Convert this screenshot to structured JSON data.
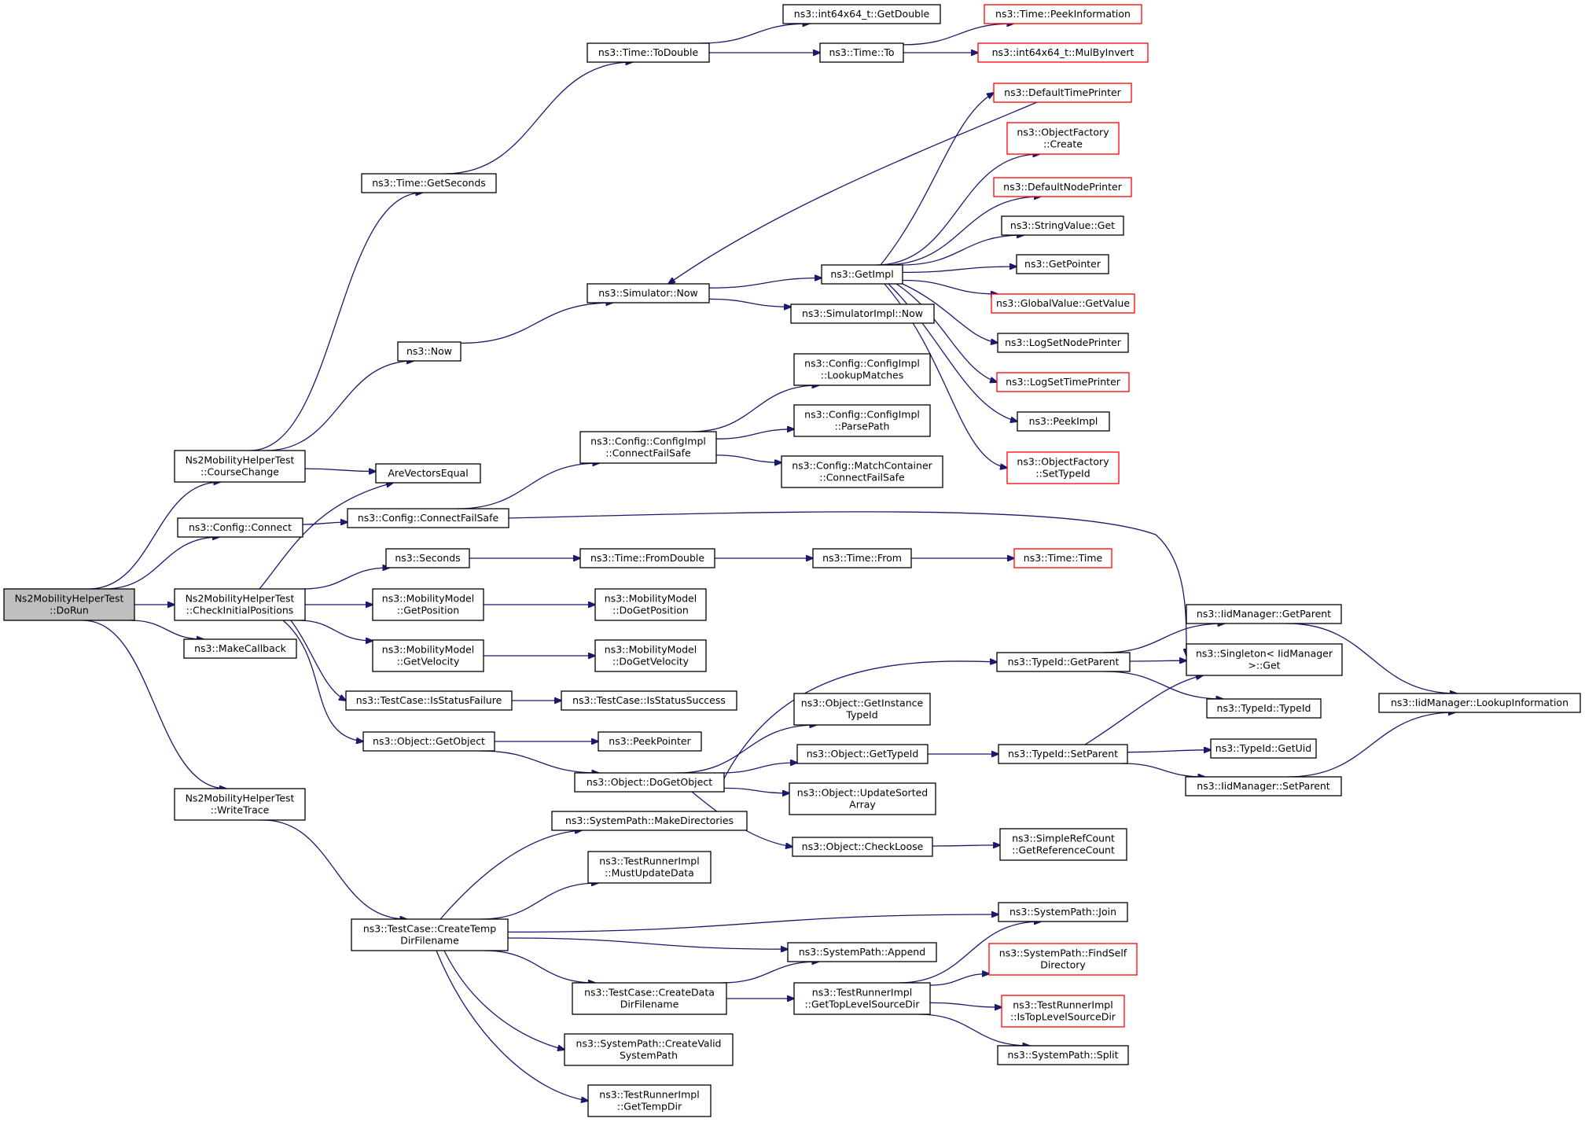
{
  "nodes": [
    {
      "id": "dorun",
      "lines": [
        "Ns2MobilityHelperTest",
        "::DoRun"
      ],
      "style": "root"
    },
    {
      "id": "coursechange",
      "lines": [
        "Ns2MobilityHelperTest",
        "::CourseChange"
      ],
      "style": "normal"
    },
    {
      "id": "cfgconnect",
      "lines": [
        "ns3::Config::Connect"
      ],
      "style": "normal"
    },
    {
      "id": "checkinit",
      "lines": [
        "Ns2MobilityHelperTest",
        "::CheckInitialPositions"
      ],
      "style": "normal"
    },
    {
      "id": "makecallback",
      "lines": [
        "ns3::MakeCallback"
      ],
      "style": "normal"
    },
    {
      "id": "writetrace",
      "lines": [
        "Ns2MobilityHelperTest",
        "::WriteTrace"
      ],
      "style": "normal"
    },
    {
      "id": "getseconds",
      "lines": [
        "ns3::Time::GetSeconds"
      ],
      "style": "normal"
    },
    {
      "id": "now",
      "lines": [
        "ns3::Now"
      ],
      "style": "normal"
    },
    {
      "id": "arevectors",
      "lines": [
        "AreVectorsEqual"
      ],
      "style": "normal"
    },
    {
      "id": "connectfailsafe",
      "lines": [
        "ns3::Config::ConnectFailSafe"
      ],
      "style": "normal"
    },
    {
      "id": "seconds",
      "lines": [
        "ns3::Seconds"
      ],
      "style": "normal"
    },
    {
      "id": "mmgetpos",
      "lines": [
        "ns3::MobilityModel",
        "::GetPosition"
      ],
      "style": "normal"
    },
    {
      "id": "mmgetvel",
      "lines": [
        "ns3::MobilityModel",
        "::GetVelocity"
      ],
      "style": "normal"
    },
    {
      "id": "isstatusfailure",
      "lines": [
        "ns3::TestCase::IsStatusFailure"
      ],
      "style": "normal"
    },
    {
      "id": "getobject",
      "lines": [
        "ns3::Object::GetObject"
      ],
      "style": "normal"
    },
    {
      "id": "createtemp",
      "lines": [
        "ns3::TestCase::CreateTemp",
        "DirFilename"
      ],
      "style": "normal"
    },
    {
      "id": "todouble",
      "lines": [
        "ns3::Time::ToDouble"
      ],
      "style": "normal"
    },
    {
      "id": "simnow",
      "lines": [
        "ns3::Simulator::Now"
      ],
      "style": "normal"
    },
    {
      "id": "cfgimplconnect",
      "lines": [
        "ns3::Config::ConfigImpl",
        "::ConnectFailSafe"
      ],
      "style": "normal"
    },
    {
      "id": "fromdouble",
      "lines": [
        "ns3::Time::FromDouble"
      ],
      "style": "normal"
    },
    {
      "id": "mmdogetpos",
      "lines": [
        "ns3::MobilityModel",
        "::DoGetPosition"
      ],
      "style": "normal"
    },
    {
      "id": "mmdogetvel",
      "lines": [
        "ns3::MobilityModel",
        "::DoGetVelocity"
      ],
      "style": "normal"
    },
    {
      "id": "isstatussuccess",
      "lines": [
        "ns3::TestCase::IsStatusSuccess"
      ],
      "style": "normal"
    },
    {
      "id": "peekpointer",
      "lines": [
        "ns3::PeekPointer"
      ],
      "style": "normal"
    },
    {
      "id": "dogetobject",
      "lines": [
        "ns3::Object::DoGetObject"
      ],
      "style": "normal"
    },
    {
      "id": "makedirs",
      "lines": [
        "ns3::SystemPath::MakeDirectories"
      ],
      "style": "normal"
    },
    {
      "id": "mustupdate",
      "lines": [
        "ns3::TestRunnerImpl",
        "::MustUpdateData"
      ],
      "style": "normal"
    },
    {
      "id": "createdata",
      "lines": [
        "ns3::TestCase::CreateData",
        "DirFilename"
      ],
      "style": "normal"
    },
    {
      "id": "createvalid",
      "lines": [
        "ns3::SystemPath::CreateValid",
        "SystemPath"
      ],
      "style": "normal"
    },
    {
      "id": "gettempdir",
      "lines": [
        "ns3::TestRunnerImpl",
        "::GetTempDir"
      ],
      "style": "normal"
    },
    {
      "id": "int64getdouble",
      "lines": [
        "ns3::int64x64_t::GetDouble"
      ],
      "style": "normal"
    },
    {
      "id": "timeto",
      "lines": [
        "ns3::Time::To"
      ],
      "style": "normal"
    },
    {
      "id": "getimpl",
      "lines": [
        "ns3::GetImpl"
      ],
      "style": "normal"
    },
    {
      "id": "simimplnow",
      "lines": [
        "ns3::SimulatorImpl::Now"
      ],
      "style": "normal"
    },
    {
      "id": "lookupmatches",
      "lines": [
        "ns3::Config::ConfigImpl",
        "::LookupMatches"
      ],
      "style": "normal"
    },
    {
      "id": "parsepath",
      "lines": [
        "ns3::Config::ConfigImpl",
        "::ParsePath"
      ],
      "style": "normal"
    },
    {
      "id": "matchcontainer",
      "lines": [
        "ns3::Config::MatchContainer",
        "::ConnectFailSafe"
      ],
      "style": "normal"
    },
    {
      "id": "timefrom",
      "lines": [
        "ns3::Time::From"
      ],
      "style": "normal"
    },
    {
      "id": "getinstancetypeid",
      "lines": [
        "ns3::Object::GetInstance",
        "TypeId"
      ],
      "style": "normal"
    },
    {
      "id": "objgettypeid",
      "lines": [
        "ns3::Object::GetTypeId"
      ],
      "style": "normal"
    },
    {
      "id": "updatesorted",
      "lines": [
        "ns3::Object::UpdateSorted",
        "Array"
      ],
      "style": "normal"
    },
    {
      "id": "checkloose",
      "lines": [
        "ns3::Object::CheckLoose"
      ],
      "style": "normal"
    },
    {
      "id": "gettoplevel",
      "lines": [
        "ns3::TestRunnerImpl",
        "::GetTopLevelSourceDir"
      ],
      "style": "normal"
    },
    {
      "id": "syspathappend",
      "lines": [
        "ns3::SystemPath::Append"
      ],
      "style": "normal"
    },
    {
      "id": "syspathjoin",
      "lines": [
        "ns3::SystemPath::Join"
      ],
      "style": "normal"
    },
    {
      "id": "peekinfo",
      "lines": [
        "ns3::Time::PeekInformation"
      ],
      "style": "red"
    },
    {
      "id": "mulbyinvert",
      "lines": [
        "ns3::int64x64_t::MulByInvert"
      ],
      "style": "red"
    },
    {
      "id": "deftimeprinter",
      "lines": [
        "ns3::DefaultTimePrinter"
      ],
      "style": "red"
    },
    {
      "id": "objfactcreate",
      "lines": [
        "ns3::ObjectFactory",
        "::Create"
      ],
      "style": "red"
    },
    {
      "id": "defnodeprinter",
      "lines": [
        "ns3::DefaultNodePrinter"
      ],
      "style": "red"
    },
    {
      "id": "stringvalueget",
      "lines": [
        "ns3::StringValue::Get"
      ],
      "style": "normal"
    },
    {
      "id": "getpointer",
      "lines": [
        "ns3::GetPointer"
      ],
      "style": "normal"
    },
    {
      "id": "gvgetvalue",
      "lines": [
        "ns3::GlobalValue::GetValue"
      ],
      "style": "red"
    },
    {
      "id": "logsetnode",
      "lines": [
        "ns3::LogSetNodePrinter"
      ],
      "style": "normal"
    },
    {
      "id": "logsettime",
      "lines": [
        "ns3::LogSetTimePrinter"
      ],
      "style": "red"
    },
    {
      "id": "peekimpl",
      "lines": [
        "ns3::PeekImpl"
      ],
      "style": "normal"
    },
    {
      "id": "objfactsettypeid",
      "lines": [
        "ns3::ObjectFactory",
        "::SetTypeId"
      ],
      "style": "red"
    },
    {
      "id": "timetime",
      "lines": [
        "ns3::Time::Time"
      ],
      "style": "red"
    },
    {
      "id": "typeidgetparent",
      "lines": [
        "ns3::TypeId::GetParent"
      ],
      "style": "normal"
    },
    {
      "id": "typeidsetparent",
      "lines": [
        "ns3::TypeId::SetParent"
      ],
      "style": "normal"
    },
    {
      "id": "simplerefcount",
      "lines": [
        "ns3::SimpleRefCount",
        "::GetReferenceCount"
      ],
      "style": "normal"
    },
    {
      "id": "findself",
      "lines": [
        "ns3::SystemPath::FindSelf",
        "Directory"
      ],
      "style": "red"
    },
    {
      "id": "istoplevel",
      "lines": [
        "ns3::TestRunnerImpl",
        "::IsTopLevelSourceDir"
      ],
      "style": "red"
    },
    {
      "id": "syspathsplit",
      "lines": [
        "ns3::SystemPath::Split"
      ],
      "style": "normal"
    },
    {
      "id": "iidgetparent",
      "lines": [
        "ns3::IidManager::GetParent"
      ],
      "style": "normal"
    },
    {
      "id": "singletonget",
      "lines": [
        "ns3::Singleton< IidManager",
        ">::Get"
      ],
      "style": "normal"
    },
    {
      "id": "typeidtypeid",
      "lines": [
        "ns3::TypeId::TypeId"
      ],
      "style": "normal"
    },
    {
      "id": "typeidgetuid",
      "lines": [
        "ns3::TypeId::GetUid"
      ],
      "style": "normal"
    },
    {
      "id": "iidsetparent",
      "lines": [
        "ns3::IidManager::SetParent"
      ],
      "style": "normal"
    },
    {
      "id": "lookupinfo",
      "lines": [
        "ns3::IidManager::LookupInformation"
      ],
      "style": "normal"
    }
  ],
  "edges": [
    [
      "dorun",
      "coursechange"
    ],
    [
      "dorun",
      "cfgconnect"
    ],
    [
      "dorun",
      "checkinit"
    ],
    [
      "dorun",
      "makecallback"
    ],
    [
      "dorun",
      "writetrace"
    ],
    [
      "coursechange",
      "getseconds"
    ],
    [
      "coursechange",
      "now"
    ],
    [
      "coursechange",
      "arevectors"
    ],
    [
      "cfgconnect",
      "connectfailsafe"
    ],
    [
      "checkinit",
      "arevectors"
    ],
    [
      "checkinit",
      "seconds"
    ],
    [
      "checkinit",
      "mmgetpos"
    ],
    [
      "checkinit",
      "mmgetvel"
    ],
    [
      "checkinit",
      "isstatusfailure"
    ],
    [
      "checkinit",
      "getobject"
    ],
    [
      "writetrace",
      "createtemp"
    ],
    [
      "getseconds",
      "todouble"
    ],
    [
      "now",
      "simnow"
    ],
    [
      "connectfailsafe",
      "cfgimplconnect"
    ],
    [
      "connectfailsafe",
      "singletonget"
    ],
    [
      "seconds",
      "fromdouble"
    ],
    [
      "mmgetpos",
      "mmdogetpos"
    ],
    [
      "mmgetvel",
      "mmdogetvel"
    ],
    [
      "isstatusfailure",
      "isstatussuccess"
    ],
    [
      "getobject",
      "peekpointer"
    ],
    [
      "getobject",
      "dogetobject"
    ],
    [
      "createtemp",
      "makedirs"
    ],
    [
      "createtemp",
      "mustupdate"
    ],
    [
      "createtemp",
      "syspathjoin"
    ],
    [
      "createtemp",
      "syspathappend"
    ],
    [
      "createtemp",
      "createdata"
    ],
    [
      "createtemp",
      "createvalid"
    ],
    [
      "createtemp",
      "gettempdir"
    ],
    [
      "todouble",
      "int64getdouble"
    ],
    [
      "todouble",
      "timeto"
    ],
    [
      "simnow",
      "getimpl"
    ],
    [
      "simnow",
      "simimplnow"
    ],
    [
      "cfgimplconnect",
      "lookupmatches"
    ],
    [
      "cfgimplconnect",
      "parsepath"
    ],
    [
      "cfgimplconnect",
      "matchcontainer"
    ],
    [
      "fromdouble",
      "timefrom"
    ],
    [
      "dogetobject",
      "typeidgetparent"
    ],
    [
      "dogetobject",
      "getinstancetypeid"
    ],
    [
      "dogetobject",
      "objgettypeid"
    ],
    [
      "dogetobject",
      "updatesorted"
    ],
    [
      "dogetobject",
      "checkloose"
    ],
    [
      "createdata",
      "syspathappend"
    ],
    [
      "createdata",
      "gettoplevel"
    ],
    [
      "timeto",
      "peekinfo"
    ],
    [
      "timeto",
      "mulbyinvert"
    ],
    [
      "getimpl",
      "deftimeprinter"
    ],
    [
      "getimpl",
      "objfactcreate"
    ],
    [
      "getimpl",
      "defnodeprinter"
    ],
    [
      "getimpl",
      "stringvalueget"
    ],
    [
      "getimpl",
      "getpointer"
    ],
    [
      "getimpl",
      "gvgetvalue"
    ],
    [
      "getimpl",
      "logsetnode"
    ],
    [
      "getimpl",
      "logsettime"
    ],
    [
      "getimpl",
      "peekimpl"
    ],
    [
      "getimpl",
      "objfactsettypeid"
    ],
    [
      "deftimeprinter",
      "simnow"
    ],
    [
      "timefrom",
      "timetime"
    ],
    [
      "objgettypeid",
      "typeidsetparent"
    ],
    [
      "checkloose",
      "simplerefcount"
    ],
    [
      "gettoplevel",
      "syspathjoin"
    ],
    [
      "gettoplevel",
      "findself"
    ],
    [
      "gettoplevel",
      "istoplevel"
    ],
    [
      "gettoplevel",
      "syspathsplit"
    ],
    [
      "typeidgetparent",
      "iidgetparent"
    ],
    [
      "typeidgetparent",
      "singletonget"
    ],
    [
      "typeidgetparent",
      "typeidtypeid"
    ],
    [
      "typeidsetparent",
      "singletonget"
    ],
    [
      "typeidsetparent",
      "typeidgetuid"
    ],
    [
      "typeidsetparent",
      "iidsetparent"
    ],
    [
      "iidgetparent",
      "lookupinfo"
    ],
    [
      "iidsetparent",
      "lookupinfo"
    ]
  ]
}
